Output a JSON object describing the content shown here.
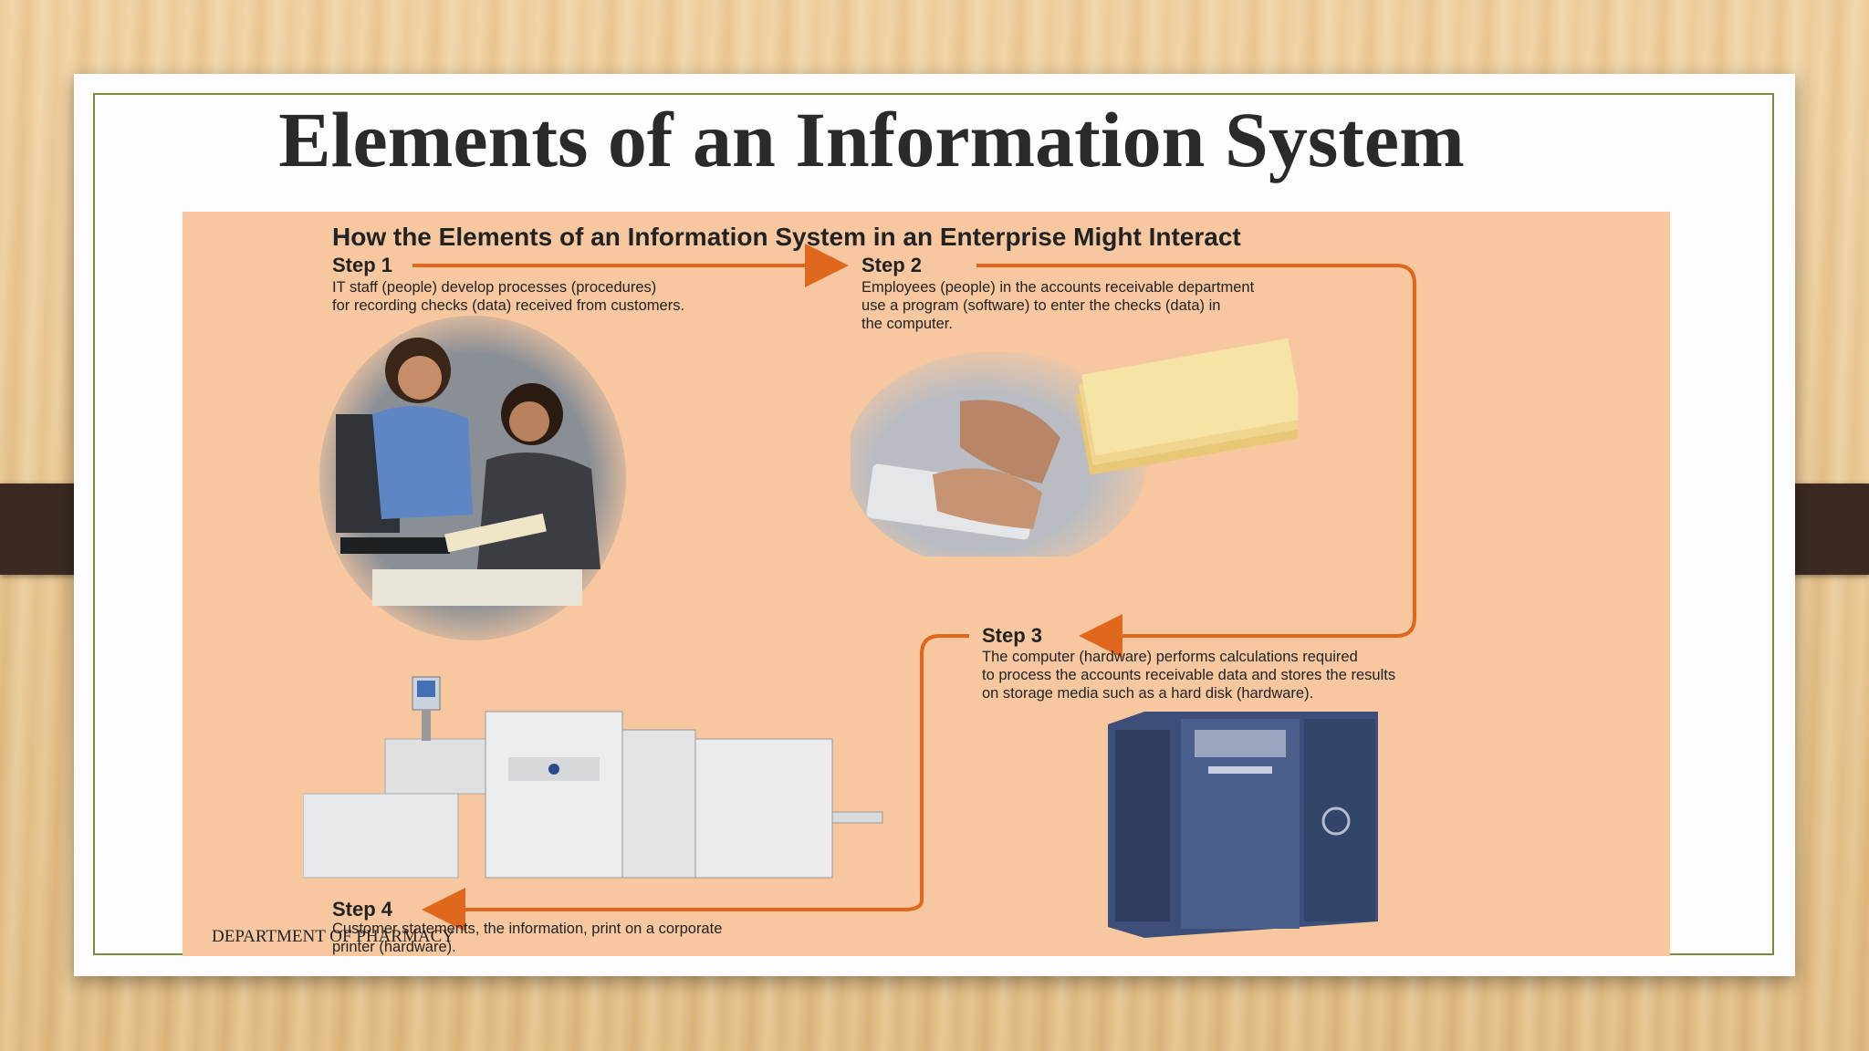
{
  "slide": {
    "title": "Elements of an Information System",
    "footer": "DEPARTMENT OF PHARMACY"
  },
  "figure": {
    "title": "How the Elements of an Information System in an Enterprise Might Interact",
    "steps": [
      {
        "label": "Step 1",
        "lines": [
          "IT staff (people) develop processes (procedures)",
          "for recording checks (data) received from customers."
        ]
      },
      {
        "label": "Step 2",
        "lines": [
          "Employees (people) in the accounts receivable department",
          "use a program (software) to enter the checks (data) in",
          "the computer."
        ]
      },
      {
        "label": "Step 3",
        "lines": [
          "The computer (hardware) performs calculations required",
          "to process the accounts receivable data and stores the results",
          "on storage media such as a hard disk (hardware)."
        ]
      },
      {
        "label": "Step 4",
        "lines": [
          "Customer statements, the information, print on a corporate",
          "printer (hardware)."
        ]
      }
    ]
  },
  "colors": {
    "panel": "#f7c8a0",
    "arrow": "#e0681c",
    "frame": "#7a8a3a"
  }
}
